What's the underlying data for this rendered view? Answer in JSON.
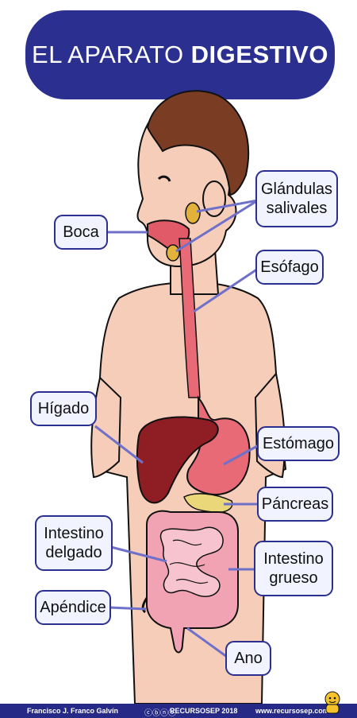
{
  "title": {
    "light": "EL APARATO",
    "bold": "DIGESTIVO"
  },
  "labels": {
    "boca": "Boca",
    "glandulas_1": "Glándulas",
    "glandulas_2": "salivales",
    "esofago": "Esófago",
    "higado": "Hígado",
    "estomago": "Estómago",
    "pancreas": "Páncreas",
    "intestino_delgado_1": "Intestino",
    "intestino_delgado_2": "delgado",
    "intestino_grueso_1": "Intestino",
    "intestino_grueso_2": "grueso",
    "apendice": "Apéndice",
    "ano": "Ano"
  },
  "footer": {
    "author": "Francisco J. Franco Galvín",
    "license": "RECURSOSEP 2018",
    "website": "www.recursosep.com"
  },
  "colors": {
    "banner": "#2b2f8f",
    "skin": "#f6cdb8",
    "hair": "#7a3d24",
    "liver": "#8e1d24",
    "stomach": "#e86a76",
    "pancreas": "#ead77a",
    "intestine": "#f2a3b3",
    "leader_line": "#6f70c9"
  }
}
